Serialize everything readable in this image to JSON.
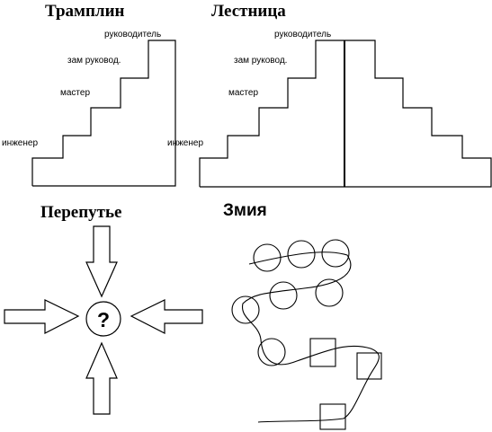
{
  "panels": {
    "tramplin": {
      "title": "Трамплин",
      "labels": {
        "top": "руководитель",
        "deputy": "зам руковод.",
        "master": "мастер",
        "engineer": "инженер"
      }
    },
    "lestnitsa": {
      "title": "Лестница",
      "labels": {
        "top": "руководитель",
        "deputy": "зам руковод.",
        "master": "мастер",
        "engineer": "инженер"
      }
    },
    "pereputye": {
      "title": "Перепутье",
      "center_symbol": "?"
    },
    "zmiya": {
      "title": "Змия"
    }
  },
  "colors": {
    "stroke": "#000000",
    "background": "#ffffff"
  }
}
